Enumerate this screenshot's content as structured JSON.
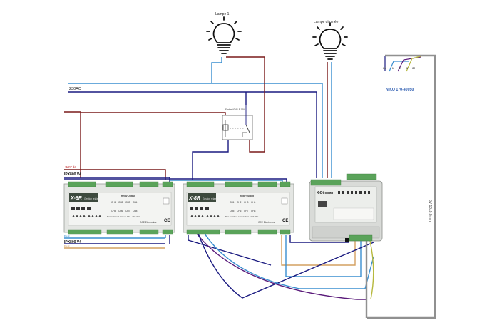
{
  "lamps": {
    "lamp1": "Lampe 1",
    "lamp2": "Lampe dimmée"
  },
  "lines": {
    "mains": "230AC",
    "power_12v": "+12V dc",
    "ipx_bus_top": "IPX800 V4",
    "bus_bottom_1": "Bus",
    "ipx_bus_bottom": "IPX800 V4",
    "bus_bottom_2": "Bus",
    "vertical": "5V 10x0.8mm"
  },
  "relay": {
    "label": "Finder 40.61.8 12V"
  },
  "modules": {
    "xbr1": {
      "title": "X-8R",
      "subtitle": "Gestion relais",
      "header": "Relay Output",
      "channels": [
        "CH1",
        "CH2",
        "CH3",
        "CH4",
        "CH5",
        "CH6",
        "CH7",
        "CH8"
      ],
      "footer": "Max switched current: 16A - 277 VAC",
      "brand": "GCE Electronics"
    },
    "xbr2": {
      "title": "X-8R",
      "subtitle": "Gestion relais",
      "header": "Relay Output",
      "channels": [
        "CH1",
        "CH2",
        "CH3",
        "CH4",
        "CH5",
        "CH6",
        "CH7",
        "CH8"
      ],
      "footer": "Max switched current: 16A - 277 VAC",
      "brand": "GCE Electronics"
    },
    "dimmer": {
      "title": "X-Dimmer"
    }
  },
  "niko": {
    "label": "NIKO 170-40050",
    "terminals": [
      "C1",
      "1",
      "2",
      "3",
      "C2"
    ]
  },
  "colors": {
    "brown": "#7a1a1a",
    "blue": "#3a8fd0",
    "navy": "#1a1a80",
    "purple": "#5a1a7a",
    "olive": "#b6b83c",
    "orange": "#d4a060",
    "gray": "#909090"
  }
}
